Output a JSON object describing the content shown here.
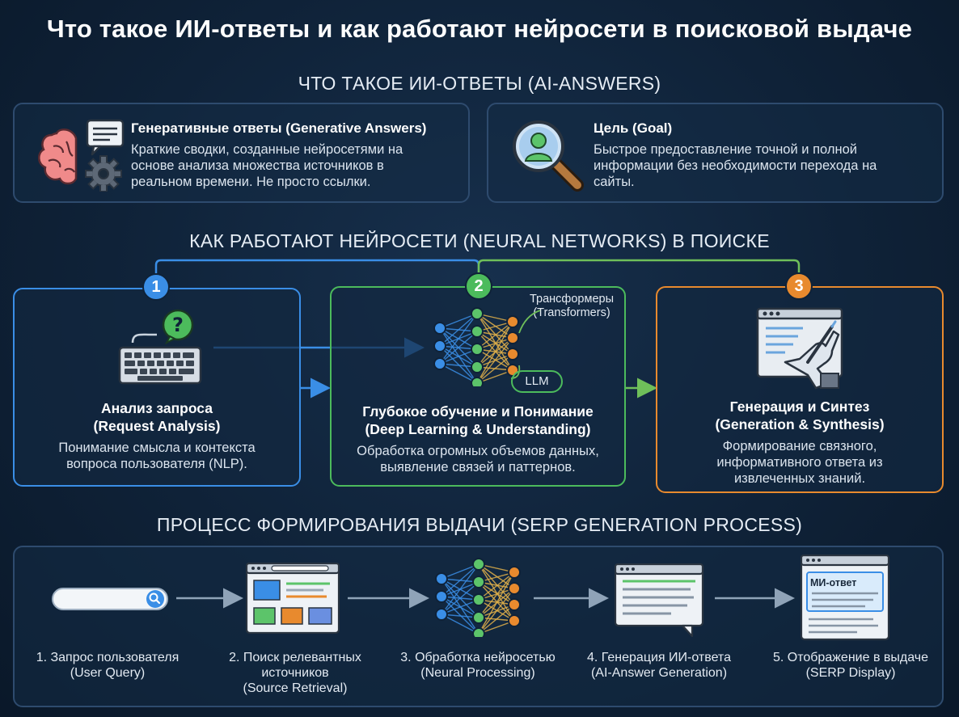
{
  "title": "Что такое ИИ-ответы и как работают нейросети в поисковой выдаче",
  "section1": {
    "heading": "ЧТО ТАКОЕ ИИ-ОТВЕТЫ (AI-ANSWERS)",
    "cards": [
      {
        "icon": "brain-chat-gear-icon",
        "title": "Генеративные ответы (Generative Answers)",
        "lines": [
          "Краткие сводки, созданные нейросетями на",
          "основе анализа множества источников в",
          "реальном времени. Не просто ссылки."
        ]
      },
      {
        "icon": "search-user-icon",
        "title": "Цель (Goal)",
        "lines": [
          "Быстрое предоставление точной и полной",
          "информации без необходимости перехода на",
          "сайты."
        ]
      }
    ]
  },
  "section2": {
    "heading": "КАК РАБОТАЮТ НЕЙРОСЕТИ (NEURAL NETWORKS) В ПОИСКЕ",
    "stages": [
      {
        "number": "1",
        "color": "#3a8ee6",
        "icon": "keyboard-question-icon",
        "title_lines": [
          "Анализ запроса",
          "(Request Analysis)"
        ],
        "text_lines": [
          "Понимание смысла и контекста",
          "вопроса пользователя (NLP)."
        ]
      },
      {
        "number": "2",
        "color": "#4cbb5c",
        "icon": "neural-network-icon",
        "callout_transformers": [
          "Трансформеры",
          "(Transformers)"
        ],
        "callout_llm": "LLM",
        "title_lines": [
          "Глубокое обучение и Понимание",
          "(Deep Learning & Understanding)"
        ],
        "text_lines": [
          "Обработка огромных объемов данных,",
          "выявление связей и паттернов."
        ]
      },
      {
        "number": "3",
        "color": "#e88a2e",
        "icon": "robot-hand-writing-icon",
        "title_lines": [
          "Генерация и Синтез",
          "(Generation & Synthesis)"
        ],
        "text_lines": [
          "Формирование связного,",
          "информативного ответа из",
          "извлеченных знаний."
        ]
      }
    ]
  },
  "section3": {
    "heading": "ПРОЦЕСС ФОРМИРОВАНИЯ ВЫДАЧИ (SERP GENERATION PROCESS)",
    "steps": [
      {
        "icon": "search-bar-icon",
        "lines": [
          "1. Запрос пользователя",
          "(User Query)"
        ]
      },
      {
        "icon": "browser-sources-icon",
        "lines": [
          "2. Поиск релевантных",
          "источников",
          "(Source Retrieval)"
        ]
      },
      {
        "icon": "neural-network-icon",
        "lines": [
          "3. Обработка нейросетью",
          "(Neural Processing)"
        ]
      },
      {
        "icon": "answer-document-icon",
        "lines": [
          "4. Генерация ИИ-ответа",
          "(AI-Answer Generation)"
        ]
      },
      {
        "icon": "serp-display-icon",
        "screen_label": "МИ-ответ",
        "lines": [
          "5. Отображение в выдаче",
          "(SERP Display)"
        ]
      }
    ]
  }
}
